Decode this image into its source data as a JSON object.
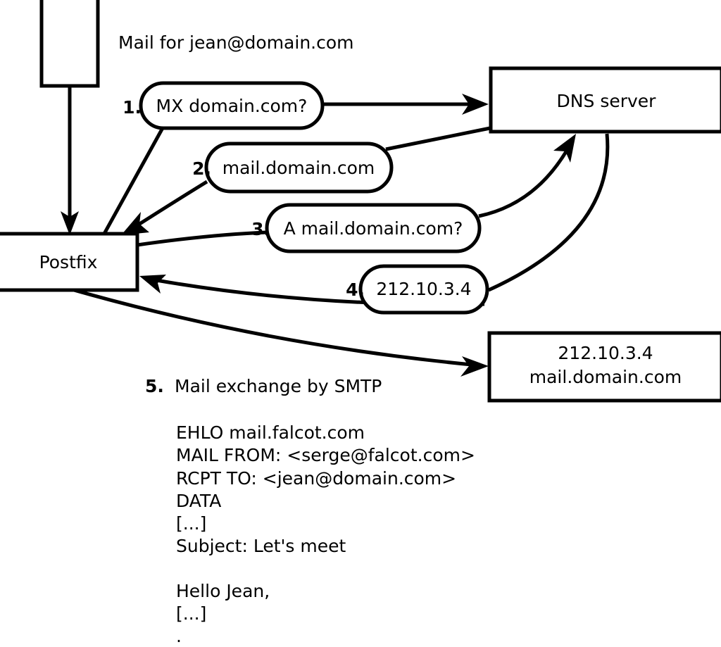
{
  "title": "Mail for jean@domain.com",
  "nodes": {
    "sender_box": {
      "label": ""
    },
    "postfix": {
      "label": "Postfix"
    },
    "dns_server": {
      "label": "DNS server"
    },
    "target_server": {
      "line1": "212.10.3.4",
      "line2": "mail.domain.com"
    }
  },
  "steps": [
    {
      "num": "1.",
      "label": "MX domain.com?"
    },
    {
      "num": "2.",
      "label": "mail.domain.com"
    },
    {
      "num": "3.",
      "label": "A mail.domain.com?"
    },
    {
      "num": "4.",
      "label": "212.10.3.4"
    }
  ],
  "step5": {
    "num": "5.",
    "label": "Mail exchange by SMTP",
    "transcript": [
      "EHLO mail.falcot.com",
      "MAIL FROM: <serge@falcot.com>",
      "RCPT TO: <jean@domain.com>",
      "DATA",
      "[...]",
      "Subject: Let's meet",
      "",
      "Hello Jean,",
      "[...]",
      "."
    ]
  },
  "colors": {
    "stroke": "#000000",
    "fill": "#ffffff",
    "text": "#000000"
  }
}
